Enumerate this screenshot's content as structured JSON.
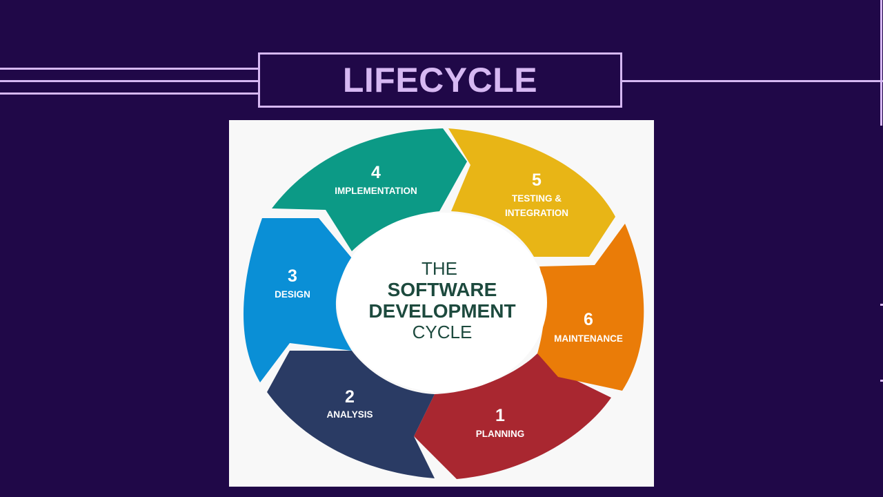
{
  "header": {
    "title": "LIFECYCLE"
  },
  "diagram": {
    "center": {
      "line1": "THE",
      "line2": "SOFTWARE",
      "line3": "DEVELOPMENT",
      "line4": "CYCLE"
    },
    "segments": [
      {
        "number": "1",
        "label": "PLANNING",
        "color": "#a92730"
      },
      {
        "number": "2",
        "label": "ANALYSIS",
        "color": "#2a3b64"
      },
      {
        "number": "3",
        "label": "DESIGN",
        "color": "#0a8fd6"
      },
      {
        "number": "4",
        "label": "IMPLEMENTATION",
        "color": "#0c9a86"
      },
      {
        "number": "5",
        "label_line1": "TESTING &",
        "label_line2": "INTEGRATION",
        "color": "#e8b516"
      },
      {
        "number": "6",
        "label": "MAINTENANCE",
        "color": "#ea7c08"
      }
    ]
  }
}
